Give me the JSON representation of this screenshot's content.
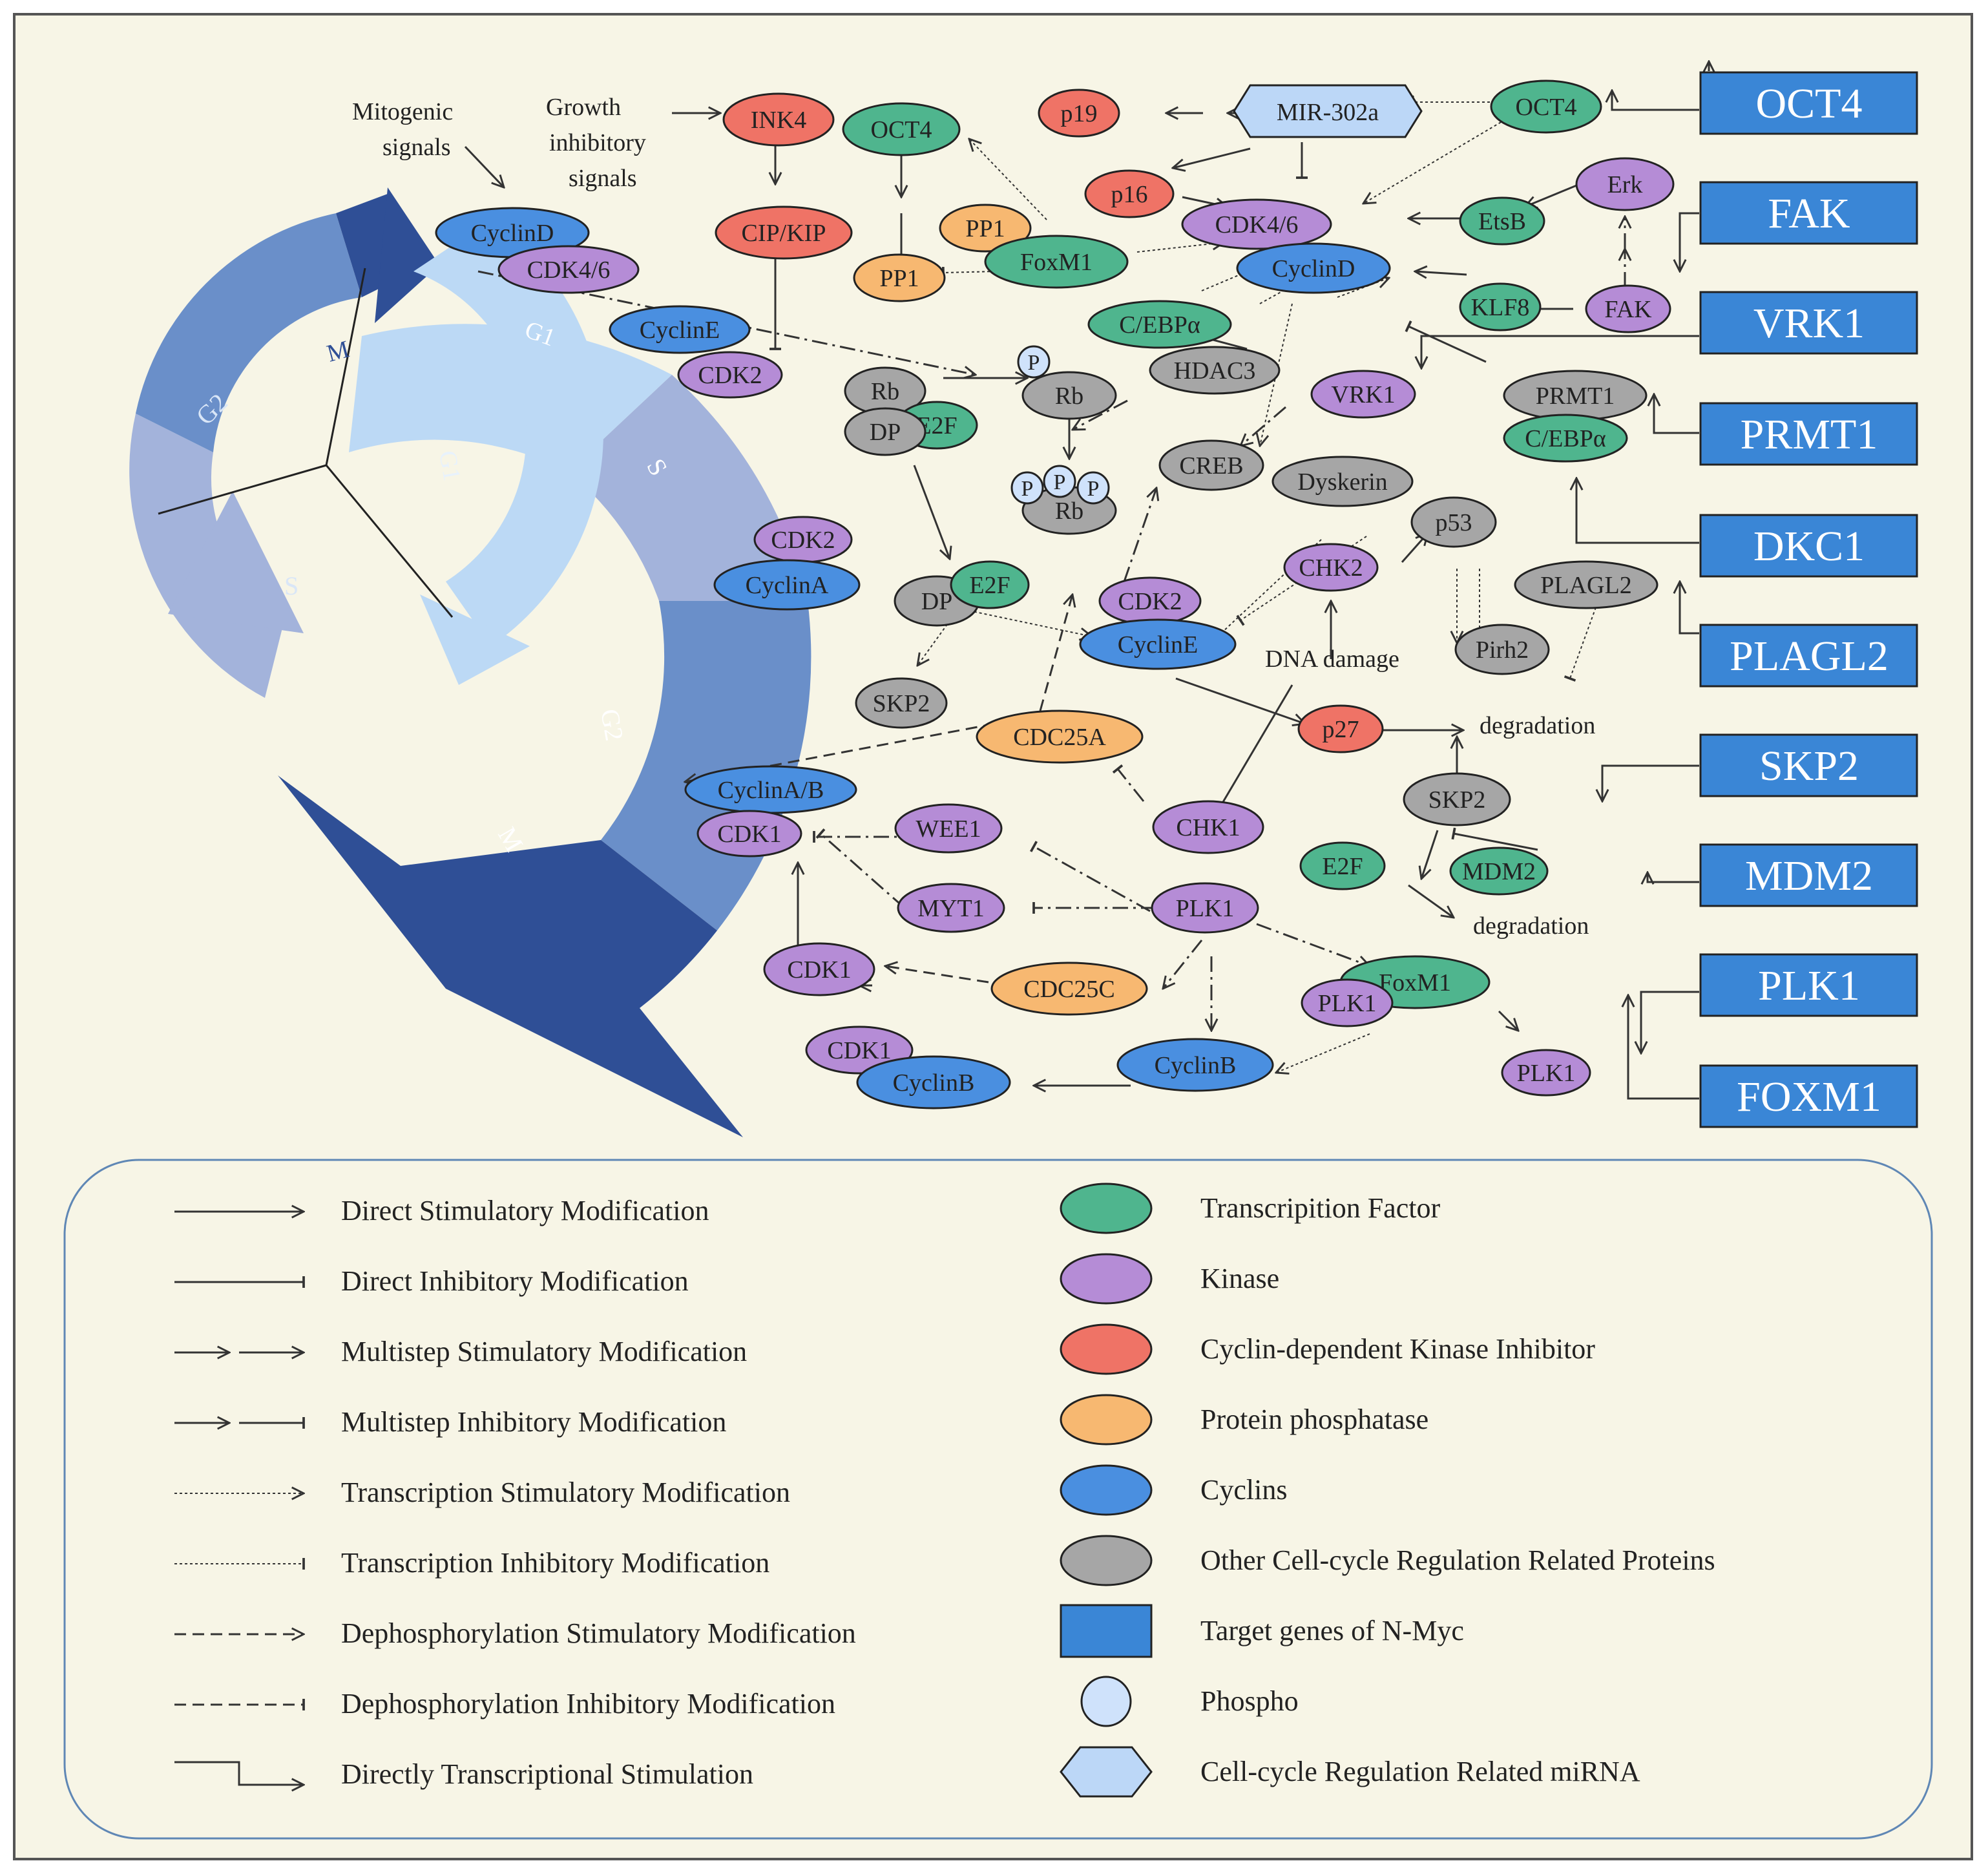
{
  "colors": {
    "background": "#f7f5e6",
    "frame": "#555555",
    "transcription_factor": "#4fb58e",
    "kinase": "#b58cd6",
    "cdk_inhibitor": "#ef7366",
    "phosphatase": "#f7b871",
    "cyclin": "#4a8fe0",
    "other": "#a6a6a6",
    "target_gene": "#3a86d6",
    "phospho": "#cfe2fb",
    "mirna": "#bcd7f7",
    "cycle_light": "#bcd9f5",
    "cycle_mid": "#a3b3db",
    "cycle_dark": "#6a8fc9",
    "cycle_darkest": "#2f4f96"
  },
  "cycle": {
    "inner_phases": [
      "G1",
      "S",
      "G2",
      "M"
    ],
    "outer_phases": [
      "G1",
      "S",
      "G2",
      "M"
    ]
  },
  "signals": {
    "mitogenic": [
      "Mitogenic",
      "signals"
    ],
    "growth_inhibitory": [
      "Growth",
      "inhibitory",
      "signals"
    ],
    "dna_damage": "DNA damage",
    "degradation_1": "degradation",
    "degradation_2": "degradation"
  },
  "targets": [
    "OCT4",
    "FAK",
    "VRK1",
    "PRMT1",
    "DKC1",
    "PLAGL2",
    "SKP2",
    "MDM2",
    "PLK1",
    "FOXM1"
  ],
  "nodes": {
    "cyclinD_1": "CyclinD",
    "cdk46_1": "CDK4/6",
    "cyclinE_1": "CyclinE",
    "cdk2_1": "CDK2",
    "ink4": "INK4",
    "cipkip": "CIP/KIP",
    "oct4_1": "OCT4",
    "pp1_a": "PP1",
    "pp1_b": "PP1",
    "foxm1_1": "FoxM1",
    "p19": "p19",
    "mir302a": "MIR-302a",
    "oct4_2": "OCT4",
    "p16": "p16",
    "cdk46_2": "CDK4/6",
    "cyclinD_2": "CyclinD",
    "etsb": "EtsB",
    "erk": "Erk",
    "klf8": "KLF8",
    "fak": "FAK",
    "cebpa_1": "C/EBPα",
    "hdac3": "HDAC3",
    "vrk1": "VRK1",
    "prmt1": "PRMT1",
    "cebpa_2": "C/EBPα",
    "rb": "Rb",
    "e2f_1": "E2F",
    "dp_1": "DP",
    "p_1": "P",
    "rb_p": "Rb",
    "p_2": "P",
    "p_3": "P",
    "p_4": "P",
    "rb_ppp": "Rb",
    "creb": "CREB",
    "dyskerin": "Dyskerin",
    "chk2": "CHK2",
    "p53": "p53",
    "plagl2": "PLAGL2",
    "pirh2": "Pirh2",
    "cdk2_2": "CDK2",
    "cyclinA_1": "CyclinA",
    "dp_2": "DP",
    "e2f_2": "E2F",
    "cdk2_3": "CDK2",
    "cyclinE_2": "CyclinE",
    "skp2_1": "SKP2",
    "p27": "p27",
    "cdc25a": "CDC25A",
    "cyclinAB": "CyclinA/B",
    "cdk1_1": "CDK1",
    "wee1": "WEE1",
    "chk1": "CHK1",
    "skp2_2": "SKP2",
    "e2f_3": "E2F",
    "mdm2": "MDM2",
    "myt1": "MYT1",
    "plk1_1": "PLK1",
    "cdk1_2": "CDK1",
    "cdc25c": "CDC25C",
    "foxm1_2": "FoxM1",
    "plk1_2": "PLK1",
    "plk1_3": "PLK1",
    "cdk1_3": "CDK1",
    "cyclinB_1": "CyclinB",
    "cyclinB_2": "CyclinB"
  },
  "legend": {
    "edges": [
      "Direct Stimulatory Modification",
      "Direct Inhibitory Modification",
      "Multistep Stimulatory Modification",
      "Multistep Inhibitory Modification",
      "Transcription Stimulatory Modification",
      "Transcription Inhibitory Modification",
      "Dephosphorylation Stimulatory Modification",
      "Dephosphorylation Inhibitory Modification",
      "Directly Transcriptional Stimulation"
    ],
    "types": [
      "Transcripition Factor",
      "Kinase",
      "Cyclin-dependent Kinase Inhibitor",
      "Protein phosphatase",
      "Cyclins",
      "Other Cell-cycle Regulation Related Proteins",
      "Target genes of N-Myc",
      "Phospho",
      "Cell-cycle Regulation Related miRNA"
    ]
  }
}
